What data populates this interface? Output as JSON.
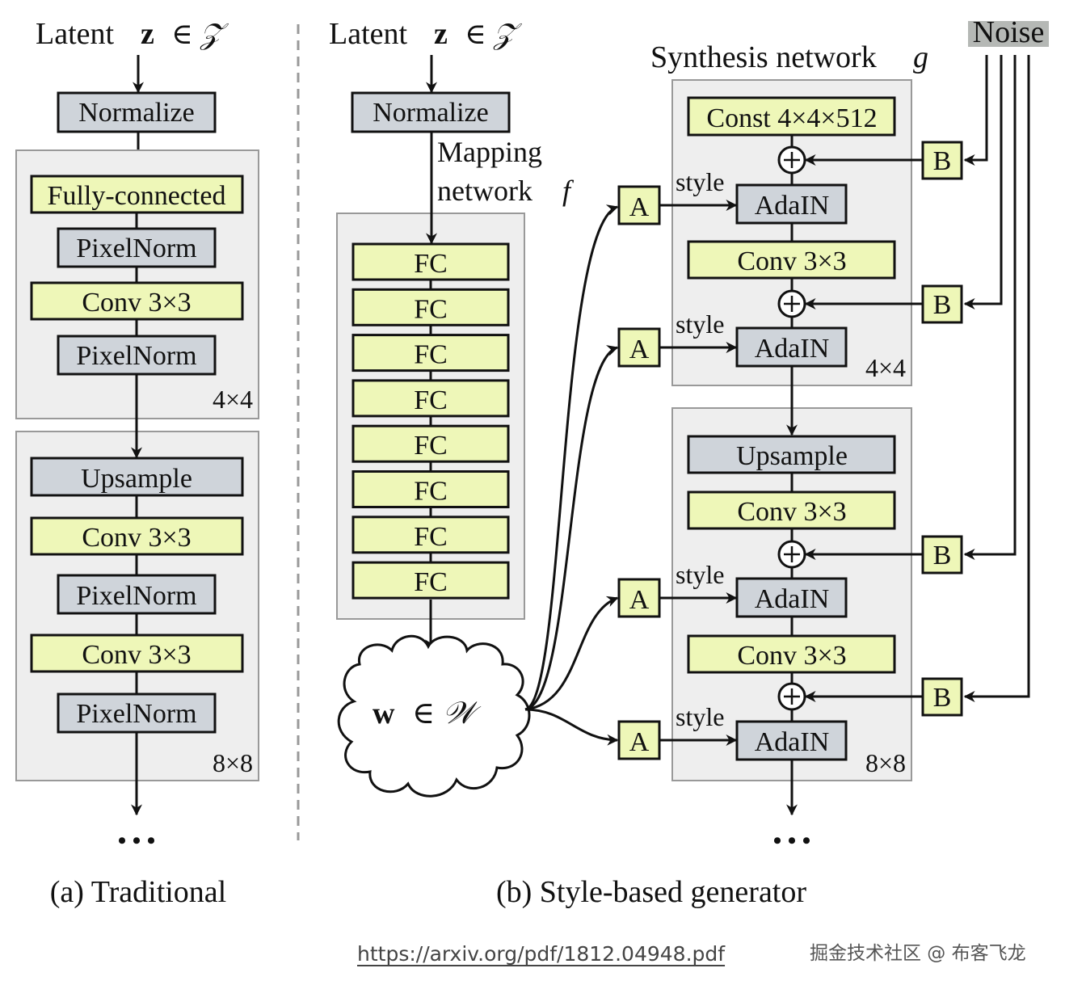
{
  "colors": {
    "block_yellow": "#eef7b8",
    "block_gray": "#cfd4da",
    "group_bg": "#eeeeee",
    "group_border": "#999999",
    "noise_bg": "#b5b8b5",
    "ink": "#111111"
  },
  "traditional": {
    "latent_label": "Latent",
    "latent_var": "z",
    "latent_set": "∈ 𝒵",
    "normalize": "Normalize",
    "group_4x4": {
      "blocks": [
        "Fully-connected",
        "PixelNorm",
        "Conv 3×3",
        "PixelNorm"
      ],
      "resolution": "4×4"
    },
    "group_8x8": {
      "blocks": [
        "Upsample",
        "Conv 3×3",
        "PixelNorm",
        "Conv 3×3",
        "PixelNorm"
      ],
      "resolution": "8×8"
    },
    "ellipsis": "• • •",
    "caption": "(a) Traditional"
  },
  "style_based": {
    "latent_label": "Latent",
    "latent_var": "z",
    "latent_set": "∈ 𝒵",
    "normalize": "Normalize",
    "mapping_label_1": "Mapping",
    "mapping_label_2": "network",
    "mapping_symbol": "f",
    "mapping_blocks": [
      "FC",
      "FC",
      "FC",
      "FC",
      "FC",
      "FC",
      "FC",
      "FC"
    ],
    "w_var": "w",
    "w_set": "∈ 𝒲",
    "synthesis_label": "Synthesis network",
    "synthesis_symbol": "g",
    "noise_label": "Noise",
    "affine_label": "A",
    "noise_scale_label": "B",
    "style_label": "style",
    "plus_symbol": "+",
    "group_4x4": {
      "blocks": [
        "Const 4×4×512",
        "AdaIN",
        "Conv 3×3",
        "AdaIN"
      ],
      "resolution": "4×4"
    },
    "group_8x8": {
      "blocks": [
        "Upsample",
        "Conv 3×3",
        "AdaIN",
        "Conv 3×3",
        "AdaIN"
      ],
      "resolution": "8×8"
    },
    "ellipsis": "• • •",
    "caption": "(b) Style-based generator"
  },
  "footer": {
    "source_url": "https://arxiv.org/pdf/1812.04948.pdf",
    "watermark": "掘金技术社区 @ 布客飞龙"
  }
}
